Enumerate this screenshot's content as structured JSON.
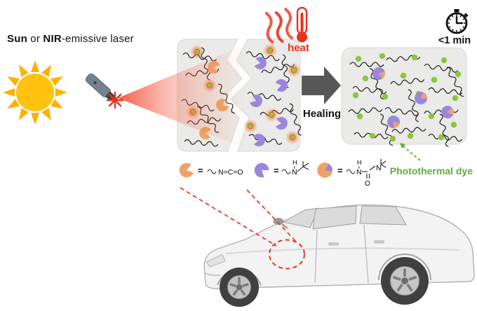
{
  "colors": {
    "orange": "#F0A265",
    "purple": "#9C86DB",
    "green": "#8CC63E",
    "red": "#E8321E",
    "dye_green": "#5FAE3B",
    "panel_gray": "#EAEAE8",
    "arrow_gray": "#575757",
    "sun_yellow": "#FFC20E",
    "sun_ray": "#FFB000"
  },
  "header": {
    "title_part1_bold": "Sun",
    "title_part2": " or ",
    "title_part3_bold": "NIR",
    "title_part4": "-emissive laser"
  },
  "heat": {
    "label": "heat"
  },
  "process": {
    "label": "Healing"
  },
  "timer": {
    "label": "<1 min"
  },
  "legend": {
    "equals": "=",
    "isocyanate_formula": "N=C=O",
    "amine_h": "H",
    "amine_n": "N",
    "urea_h": "H",
    "urea_n_left": "N",
    "urea_o": "O",
    "urea_n_right": "N",
    "dye_label": "Photothermal dye"
  }
}
